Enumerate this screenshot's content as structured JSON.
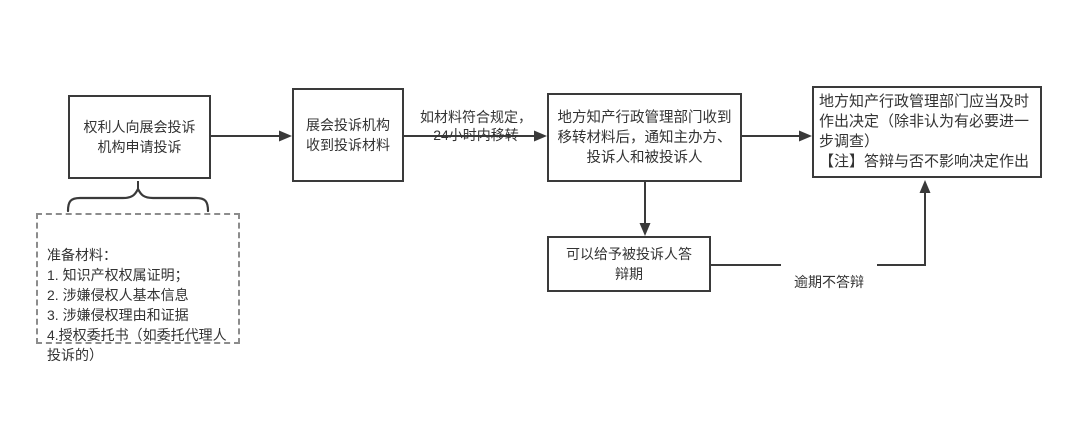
{
  "diagram": {
    "title_hint": "exhibition-ip-complaint-process-flowchart",
    "colors": {
      "background": "#ffffff",
      "line": "#3a3a3a",
      "text": "#333333",
      "note_border": "#8c8c8c"
    },
    "nodes": [
      {
        "id": "apply",
        "text": "权利人向展会投诉\n机构申请投诉"
      },
      {
        "id": "receive",
        "text": "展会投诉机构\n收到投诉材料"
      },
      {
        "id": "notify",
        "text": "地方知产行政管理部门收到\n移转材料后，通知主办方、\n投诉人和被投诉人"
      },
      {
        "id": "decision",
        "text": "地方知产行政管理部门应当及时\n作出决定（除非认为有必要进一\n步调查）\n【注】答辩与否不影响决定作出"
      },
      {
        "id": "defense",
        "text": "可以给予被投诉人答\n辩期"
      }
    ],
    "note": {
      "text": "准备材料：\n1. 知识产权权属证明；\n2. 涉嫌侵权人基本信息\n3. 涉嫌侵权理由和证据\n4.授权委托书（如委托代理人\n投诉的）"
    },
    "edge_labels": [
      {
        "id": "transfer-condition",
        "text": "如材料符合规定，\n24小时内移转"
      },
      {
        "id": "overdue-no-defense",
        "text": "逾期不答辩"
      }
    ]
  }
}
